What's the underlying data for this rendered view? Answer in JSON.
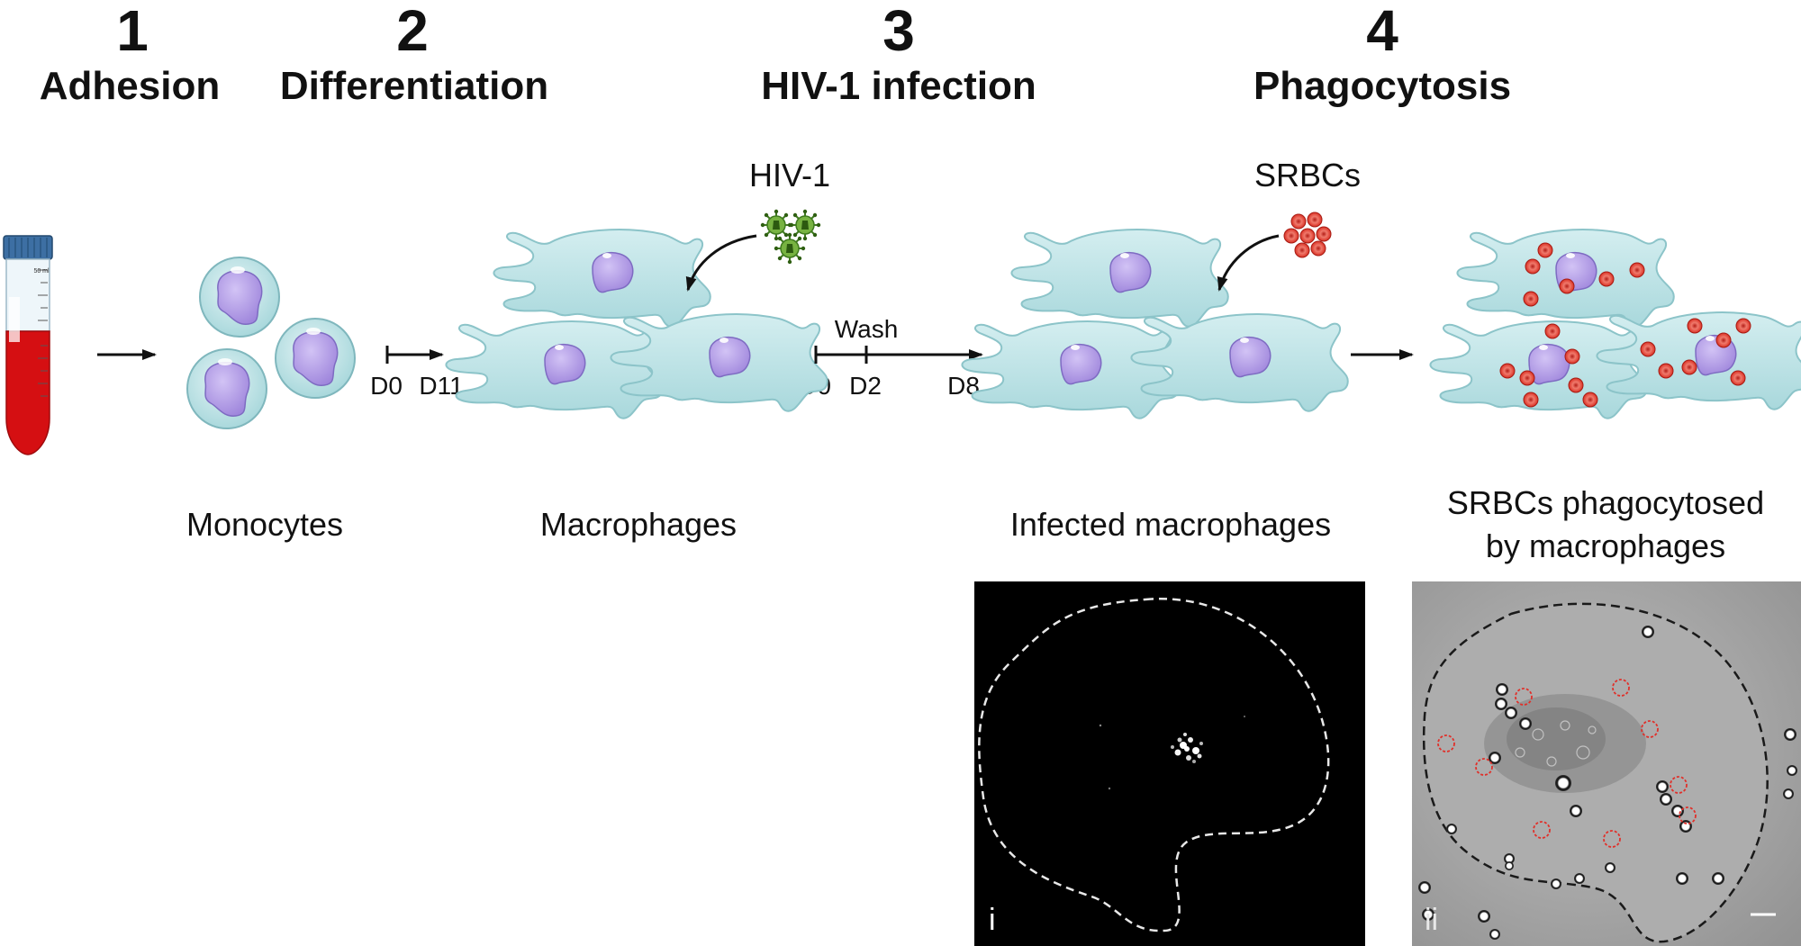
{
  "steps": [
    {
      "number": "1",
      "title": "Adhesion"
    },
    {
      "number": "2",
      "title": "Differentiation"
    },
    {
      "number": "3",
      "title": "HIV-1 infection"
    },
    {
      "number": "4",
      "title": "Phagocytosis"
    }
  ],
  "reagents": {
    "virus": "HIV-1",
    "cells": "SRBCs"
  },
  "timeline_1": {
    "start": "D0",
    "end": "D11"
  },
  "timeline_2": {
    "start": "D0",
    "mid": "D2",
    "end": "D8",
    "note": "Wash"
  },
  "cell_labels": {
    "monocytes": "Monocytes",
    "macrophages": "Macrophages",
    "infected": "Infected macrophages",
    "phagocytosed_line1": "SRBCs phagocytosed",
    "phagocytosed_line2": "by macrophages"
  },
  "tube": {
    "top_mark": "50 ml"
  },
  "micrographs": {
    "panel_i": "i",
    "panel_ii": "ii"
  },
  "colors": {
    "cell_fill": "#bfe3e6",
    "cell_stroke": "#8cc4c9",
    "nucleus": "#b7a3e8",
    "virus": "#5f9c2e",
    "srbc": "#e23b2f",
    "blood": "#d50f12",
    "tube_cap": "#3d6fa3"
  }
}
